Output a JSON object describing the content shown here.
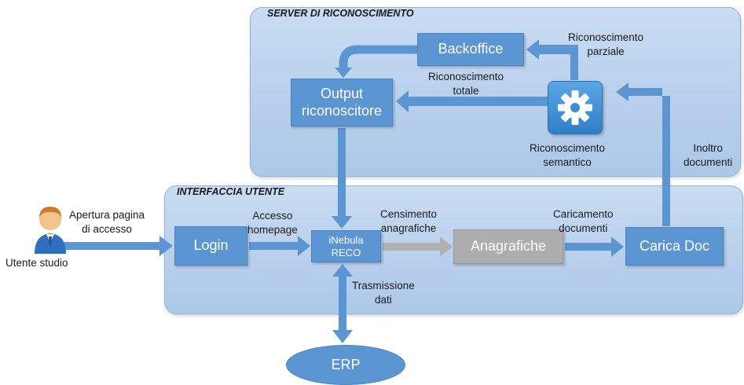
{
  "server_title": "SERVER DI RICONOSCIMENTO",
  "ui_title": "INTERFACCIA UTENTE",
  "boxes": {
    "backoffice": "Backoffice",
    "output_line1": "Output",
    "output_line2": "riconoscitore",
    "login": "Login",
    "inebula_line1": "iNebula",
    "inebula_line2": "RECO",
    "anagrafiche": "Anagrafiche",
    "carica_doc": "Carica Doc",
    "erp": "ERP"
  },
  "labels": {
    "apertura_line1": "Apertura pagina",
    "apertura_line2": "di accesso",
    "accesso_line1": "Accesso",
    "accesso_line2": "homepage",
    "censimento_line1": "Censimento",
    "censimento_line2": "anagrafiche",
    "caricamento_line1": "Caricamento",
    "caricamento_line2": "documenti",
    "trasmissione_line1": "Trasmissione",
    "trasmissione_line2": "dati",
    "parziale_line1": "Riconoscimento",
    "parziale_line2": "parziale",
    "totale_line1": "Riconoscimento",
    "totale_line2": "totale",
    "semantico_line1": "Riconoscimento",
    "semantico_line2": "semantico",
    "inoltro_line1": "Inoltro",
    "inoltro_line2": "documenti",
    "utente": "Utente studio"
  },
  "icons": {
    "user": "user-icon",
    "gear": "gear-icon"
  },
  "colors": {
    "box_blue": "#5b95d2",
    "arrow_blue": "#5b95d2",
    "gray_box": "#aeaeae",
    "gray_arrow": "#b0b0b0",
    "panel_blue": "#c2d7f0"
  }
}
